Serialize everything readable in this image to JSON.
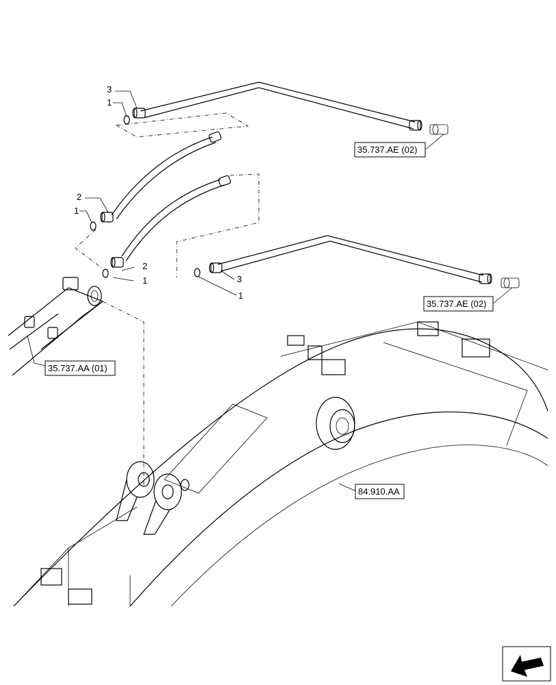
{
  "callouts": {
    "c1": "3",
    "c2": "1",
    "c3": "2",
    "c4": "1",
    "c5": "2",
    "c6": "1",
    "c7": "3",
    "c8": "1"
  },
  "references": {
    "ref_top": "35.737.AE (02)",
    "ref_mid": "35.737.AE (02)",
    "ref_left": "35.737.AA (01)",
    "ref_boom": "84.910.AA"
  },
  "icons": {
    "nav": "arrow-nav-icon"
  }
}
